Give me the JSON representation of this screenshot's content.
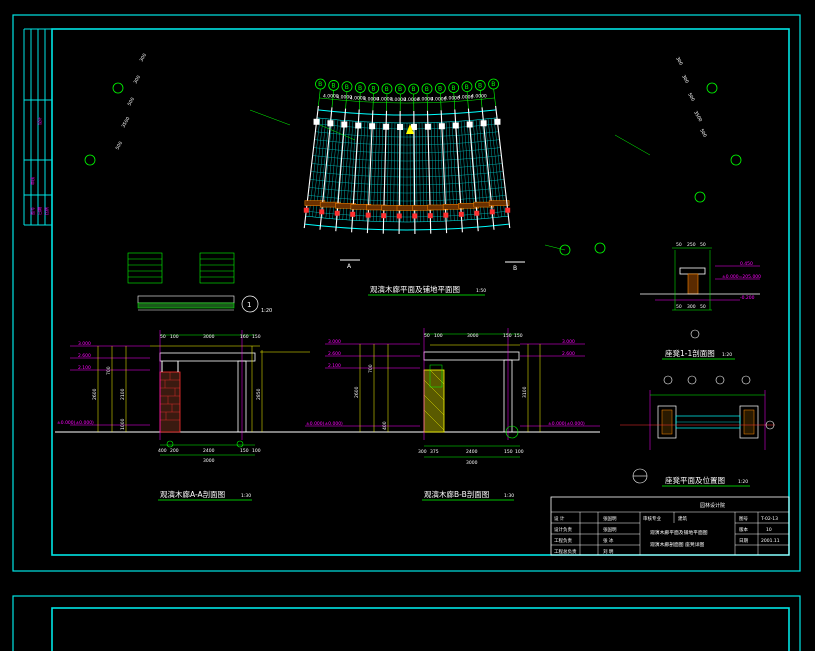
{
  "sheet": {
    "left_strip": [
      "图号",
      "日期",
      "比例",
      "审核",
      "设计"
    ],
    "plan_title": "观演木廊平面及铺地平面图",
    "plan_scale": "1:50",
    "detail1_scale": "1:20",
    "section_aa_title": "观演木廊A-A剖面图",
    "section_aa_scale": "1:30",
    "section_bb_title": "观演木廊B-B剖面图",
    "section_bb_scale": "1:30",
    "bench_section_title": "座凳1-1剖面图",
    "bench_section_scale": "1:20",
    "bench_plan_title": "座凳平面及位置图",
    "bench_plan_scale": "1:20"
  },
  "plan": {
    "axis_labels": [
      "B",
      "B",
      "B",
      "B",
      "B",
      "B",
      "B",
      "B",
      "B",
      "B",
      "B",
      "B",
      "B",
      "B"
    ],
    "top_dims": [
      "4.0000",
      "4.0000",
      "4.0000",
      "4.0000",
      "4.0000",
      "4.0000",
      "4.0000",
      "4.0000",
      "4.0000",
      "4.0000",
      "4.0000",
      "4.0000"
    ],
    "side_dims_left": [
      "500",
      "3500",
      "500",
      "300",
      "300"
    ],
    "side_dims_right": [
      "500",
      "3500",
      "500",
      "300",
      "300"
    ],
    "section_marks": [
      "A",
      "B",
      "1"
    ]
  },
  "section_aa": {
    "top_dims": [
      "50",
      "100",
      "3000",
      "160",
      "150"
    ],
    "left_levels": [
      "3.000",
      "2.600",
      "2.100",
      "±0.000(±0.000)"
    ],
    "bottom_dims": [
      "400",
      "200",
      "2400",
      "150",
      "100"
    ],
    "bottom_total": "3000",
    "vertical_dims": [
      "2600",
      "700",
      "2100",
      "1000",
      "2850"
    ]
  },
  "section_bb": {
    "top_dims": [
      "50",
      "100",
      "3000",
      "150",
      "150"
    ],
    "left_levels": [
      "3.000",
      "2.600",
      "2.100",
      "±0.000(±0.000)"
    ],
    "right_levels": [
      "3.000",
      "2.600",
      "±0.000(±0.000)"
    ],
    "bottom_dims": [
      "300",
      "375",
      "2400",
      "150",
      "100"
    ],
    "bottom_total": "3000",
    "vertical_dims": [
      "2600",
      "700",
      "3100",
      "400"
    ]
  },
  "bench": {
    "levels": [
      "0.450",
      "±0.000=205.000",
      "-0.200"
    ],
    "dims": [
      "50",
      "250",
      "50",
      "50",
      "300",
      "50"
    ]
  },
  "title_block": {
    "rows": [
      [
        "设 计",
        "张国明",
        "审核专业",
        "建筑",
        "图号",
        "T-02-13"
      ],
      [
        "设计负责",
        "张国明",
        "",
        "",
        "版本",
        "10"
      ],
      [
        "工程负责",
        "张 冰",
        "",
        "",
        "日期",
        "2001.11"
      ],
      [
        "工程总负责",
        "刘 明",
        "",
        "",
        "",
        ""
      ]
    ],
    "drawing_name_1": "观演木廊平面及铺地平面图",
    "drawing_name_2": "观演木廊剖面图  座凳详图",
    "company": "园林设计院"
  },
  "colors": {
    "frame": "#00e5e5",
    "cyan": "#00ffff",
    "green": "#00ff00",
    "magenta": "#ff00ff",
    "yellow": "#ffff00",
    "red": "#ff2020",
    "white": "#ffffff"
  }
}
